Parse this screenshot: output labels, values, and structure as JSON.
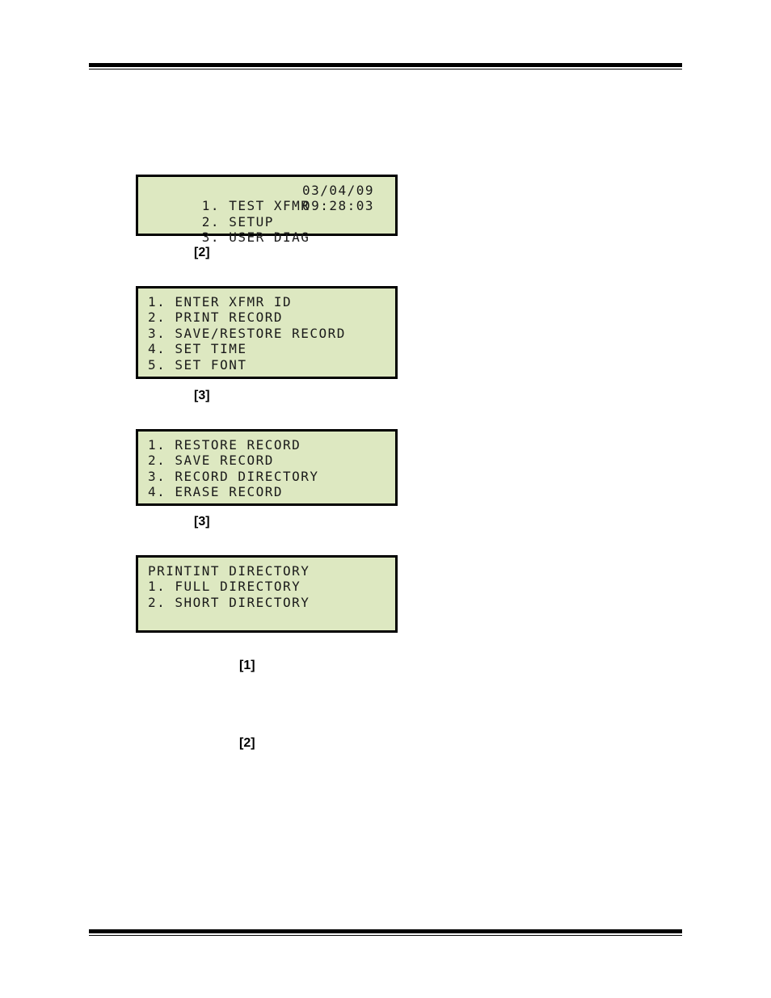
{
  "screens": [
    {
      "lines": [
        {
          "text": "1. TEST XFMR",
          "right": "03/04/09"
        },
        {
          "text": "2. SETUP",
          "right": "09:28:03"
        },
        {
          "text": "3. USER DIAG",
          "right": ""
        }
      ]
    },
    {
      "lines": [
        {
          "text": "1. ENTER XFMR ID"
        },
        {
          "text": "2. PRINT RECORD"
        },
        {
          "text": "3. SAVE/RESTORE RECORD"
        },
        {
          "text": "4. SET TIME"
        },
        {
          "text": "5. SET FONT"
        }
      ]
    },
    {
      "lines": [
        {
          "text": "1. RESTORE RECORD"
        },
        {
          "text": "2. SAVE RECORD"
        },
        {
          "text": "3. RECORD DIRECTORY"
        },
        {
          "text": "4. ERASE RECORD"
        }
      ]
    },
    {
      "lines": [
        {
          "text": "PRINTINT DIRECTORY"
        },
        {
          "text": "1. FULL DIRECTORY"
        },
        {
          "text": "2. SHORT DIRECTORY"
        }
      ]
    }
  ],
  "keys": [
    "[2]",
    "[3]",
    "[3]",
    "[1]",
    "[2]"
  ]
}
